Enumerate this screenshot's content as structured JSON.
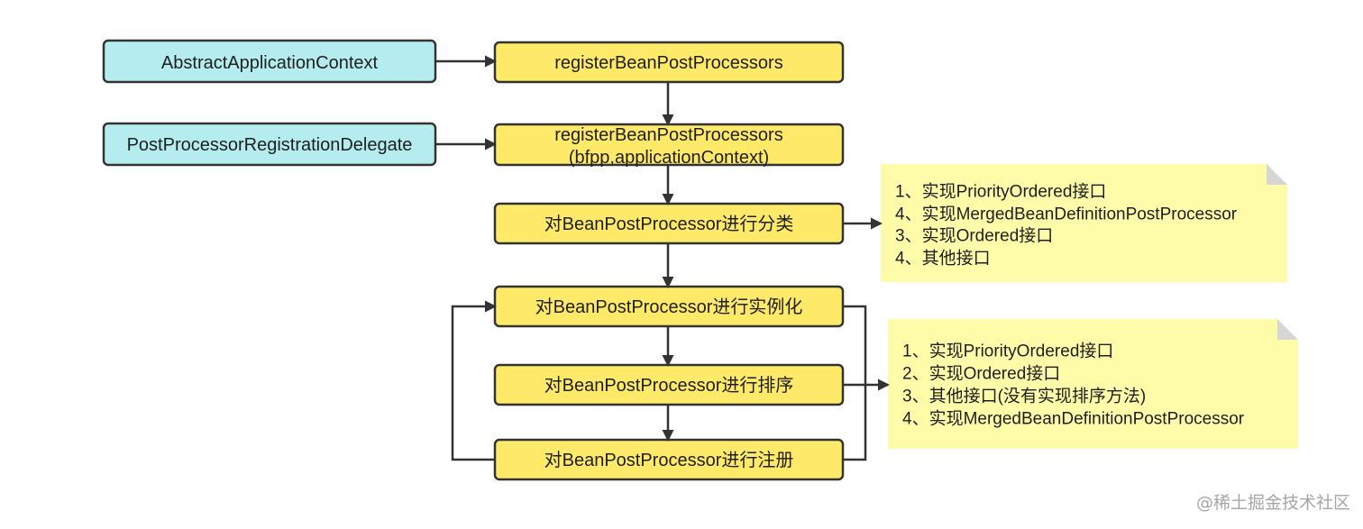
{
  "colors": {
    "context_box_fill": "#b4ecef",
    "step_box_fill": "#fee968",
    "note_fill": "#fefca9",
    "note_fold": "#d6d6d6",
    "stroke": "#333333",
    "text": "#1f1f1f",
    "watermark": "#a6a6a6"
  },
  "nodes": {
    "abstract_application_context": "AbstractApplicationContext",
    "register_bean_post_processors": "registerBeanPostProcessors",
    "post_processor_registration_delegate": "PostProcessorRegistrationDelegate",
    "register_bean_post_processors_with_args": [
      "registerBeanPostProcessors",
      "(bfpp,applicationContext)"
    ],
    "classify": "对BeanPostProcessor进行分类",
    "instantiate": "对BeanPostProcessor进行实例化",
    "sort": "对BeanPostProcessor进行排序",
    "register": "对BeanPostProcessor进行注册"
  },
  "notes": {
    "classification_rules": [
      "1、实现PriorityOrdered接口",
      "4、实现MergedBeanDefinitionPostProcessor",
      "3、实现Ordered接口",
      "4、其他接口"
    ],
    "sorting_rules": [
      "1、实现PriorityOrdered接口",
      "2、实现Ordered接口",
      "3、其他接口(没有实现排序方法)",
      "4、实现MergedBeanDefinitionPostProcessor"
    ]
  },
  "watermark": "@稀土掘金技术社区"
}
